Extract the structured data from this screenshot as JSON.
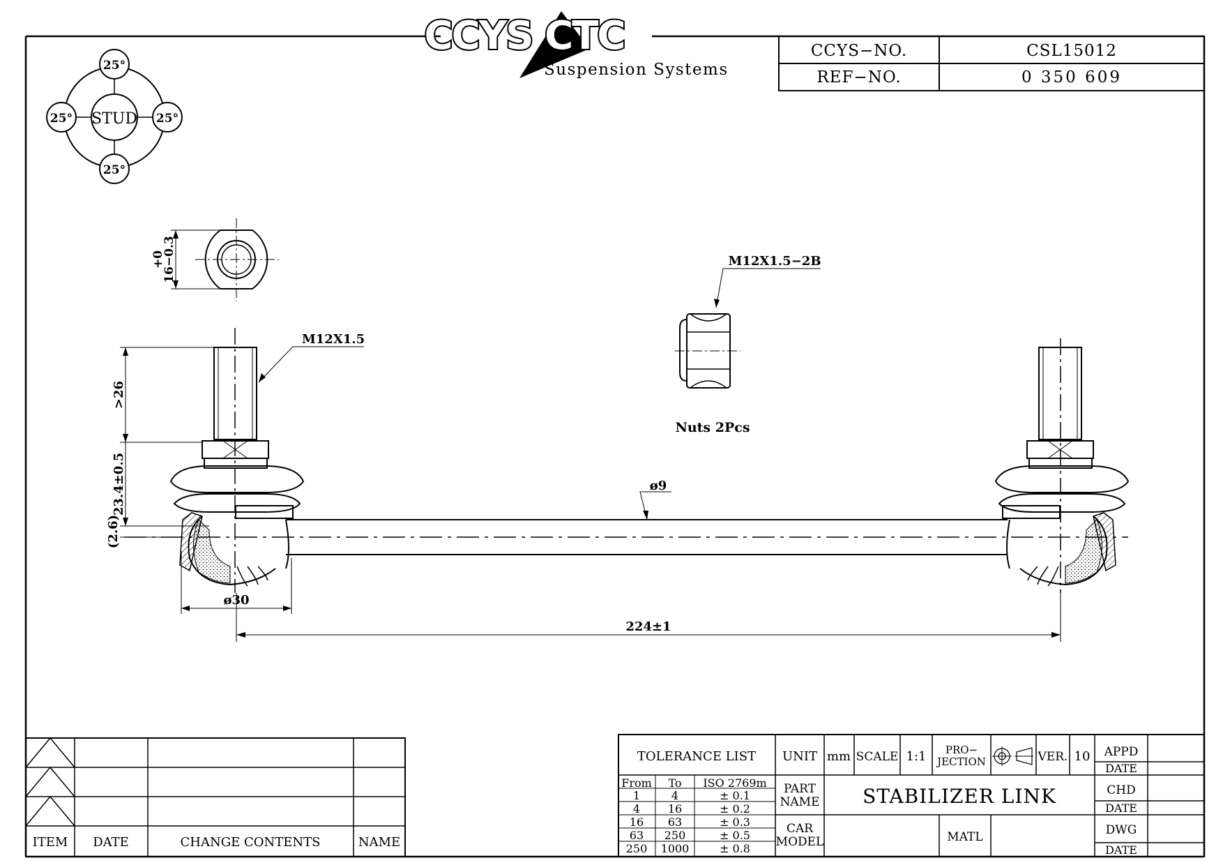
{
  "logo": {
    "brand": "CCYS CTC",
    "tagline": "Suspension Systems"
  },
  "header": {
    "ccys_no_label": "CCYS−NO.",
    "ccys_no_value": "CSL15012",
    "ref_no_label": "REF−NO.",
    "ref_no_value": "0 350 609"
  },
  "stud": {
    "center": "STUD",
    "top": "25°",
    "left": "25°",
    "right": "25°",
    "bottom": "25°"
  },
  "dimensions": {
    "hex_tol_top": "+0",
    "hex_tol_size": "16−0.3",
    "thread_left": "M12X1.5",
    "thread_nut": "M12X1.5−2B",
    "nuts_note": "Nuts 2Pcs",
    "stud_length": ">26",
    "height": "23.4±0.5",
    "offset": "(2.6)",
    "rod_dia": "ø9",
    "ball_dia": "ø30",
    "length": "224±1"
  },
  "revision_block": {
    "headers": [
      "ITEM",
      "DATE",
      "CHANGE CONTENTS",
      "NAME"
    ]
  },
  "title_block": {
    "tolerance_title": "TOLERANCE LIST",
    "tol_headers": [
      "From",
      "To",
      "ISO 2769m"
    ],
    "tol_rows": [
      [
        "1",
        "4",
        "± 0.1"
      ],
      [
        "4",
        "16",
        "± 0.2"
      ],
      [
        "16",
        "63",
        "± 0.3"
      ],
      [
        "63",
        "250",
        "± 0.5"
      ],
      [
        "250",
        "1000",
        "± 0.8"
      ]
    ],
    "unit_label": "UNIT",
    "unit_value": "mm",
    "scale_label": "SCALE",
    "scale_value": "1:1",
    "projection_label_1": "PRO−",
    "projection_label_2": "JECTION",
    "ver_label": "VER.",
    "ver_value": "10",
    "part_name_label_1": "PART",
    "part_name_label_2": "NAME",
    "part_name_value": "STABILIZER LINK",
    "car_model_label_1": "CAR",
    "car_model_label_2": "MODEL",
    "matl_label": "MATL",
    "appd_label": "APPD",
    "chd_label": "CHD",
    "dwg_label": "DWG",
    "date_label": "DATE"
  }
}
